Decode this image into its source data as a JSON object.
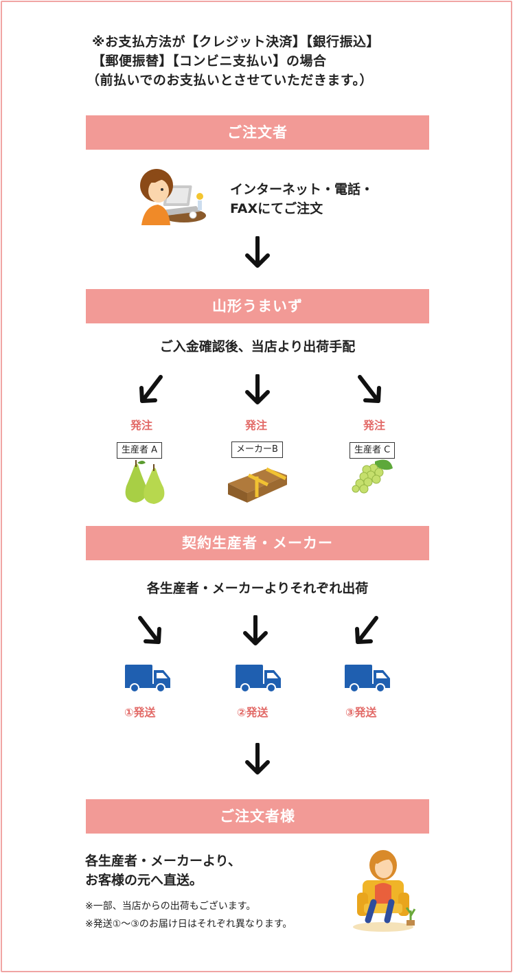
{
  "intro": {
    "line1": "※お支払方法が【クレジット決済】【銀行振込】",
    "line2": "【郵便振替】【コンビニ支払い】の場合",
    "line3": "（前払いでのお支払いとさせていただきます。）"
  },
  "step1": {
    "title": "ご注文者",
    "text_line1": "インターネット・電話・",
    "text_line2": "FAXにてご注文",
    "illustration": "woman-at-computer-icon"
  },
  "step2": {
    "title": "山形うまいず",
    "text": "ご入金確認後、当店より出荷手配",
    "branches": [
      {
        "label": "発注",
        "box": "生産者 A",
        "icon": "pears-icon"
      },
      {
        "label": "発注",
        "box": "メーカーB",
        "icon": "package-icon"
      },
      {
        "label": "発注",
        "box": "生産者 C",
        "icon": "grapes-icon"
      }
    ]
  },
  "step3": {
    "title": "契約生産者・メーカー",
    "text": "各生産者・メーカーよりそれぞれ出荷",
    "shipments": [
      {
        "label": "①発送",
        "icon": "truck-icon"
      },
      {
        "label": "②発送",
        "icon": "truck-icon"
      },
      {
        "label": "③発送",
        "icon": "truck-icon"
      }
    ]
  },
  "step4": {
    "title": "ご注文者様",
    "text_line1": "各生産者・メーカーより、",
    "text_line2": "お客様の元へ直送。",
    "note1": "※一部、当店からの出荷もございます。",
    "note2": "※発送①～③のお届け日はそれぞれ異なります。",
    "illustration": "woman-on-chair-icon"
  },
  "colors": {
    "accent": "#f29a96",
    "border": "#f0a4a3",
    "label_pink": "#e26a67",
    "truck_blue": "#1f5fb0"
  }
}
